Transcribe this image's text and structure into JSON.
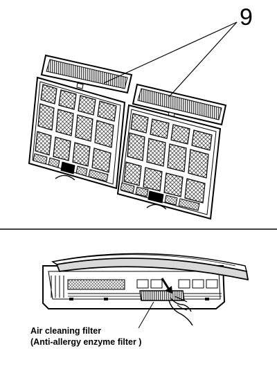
{
  "callout_number": "9",
  "caption": {
    "line1": "Air cleaning filter",
    "line2": "(Anti-allergy enzyme filter )"
  },
  "colors": {
    "line": "#000000",
    "background": "#ffffff",
    "panel_shade": "#d9d9d9"
  }
}
